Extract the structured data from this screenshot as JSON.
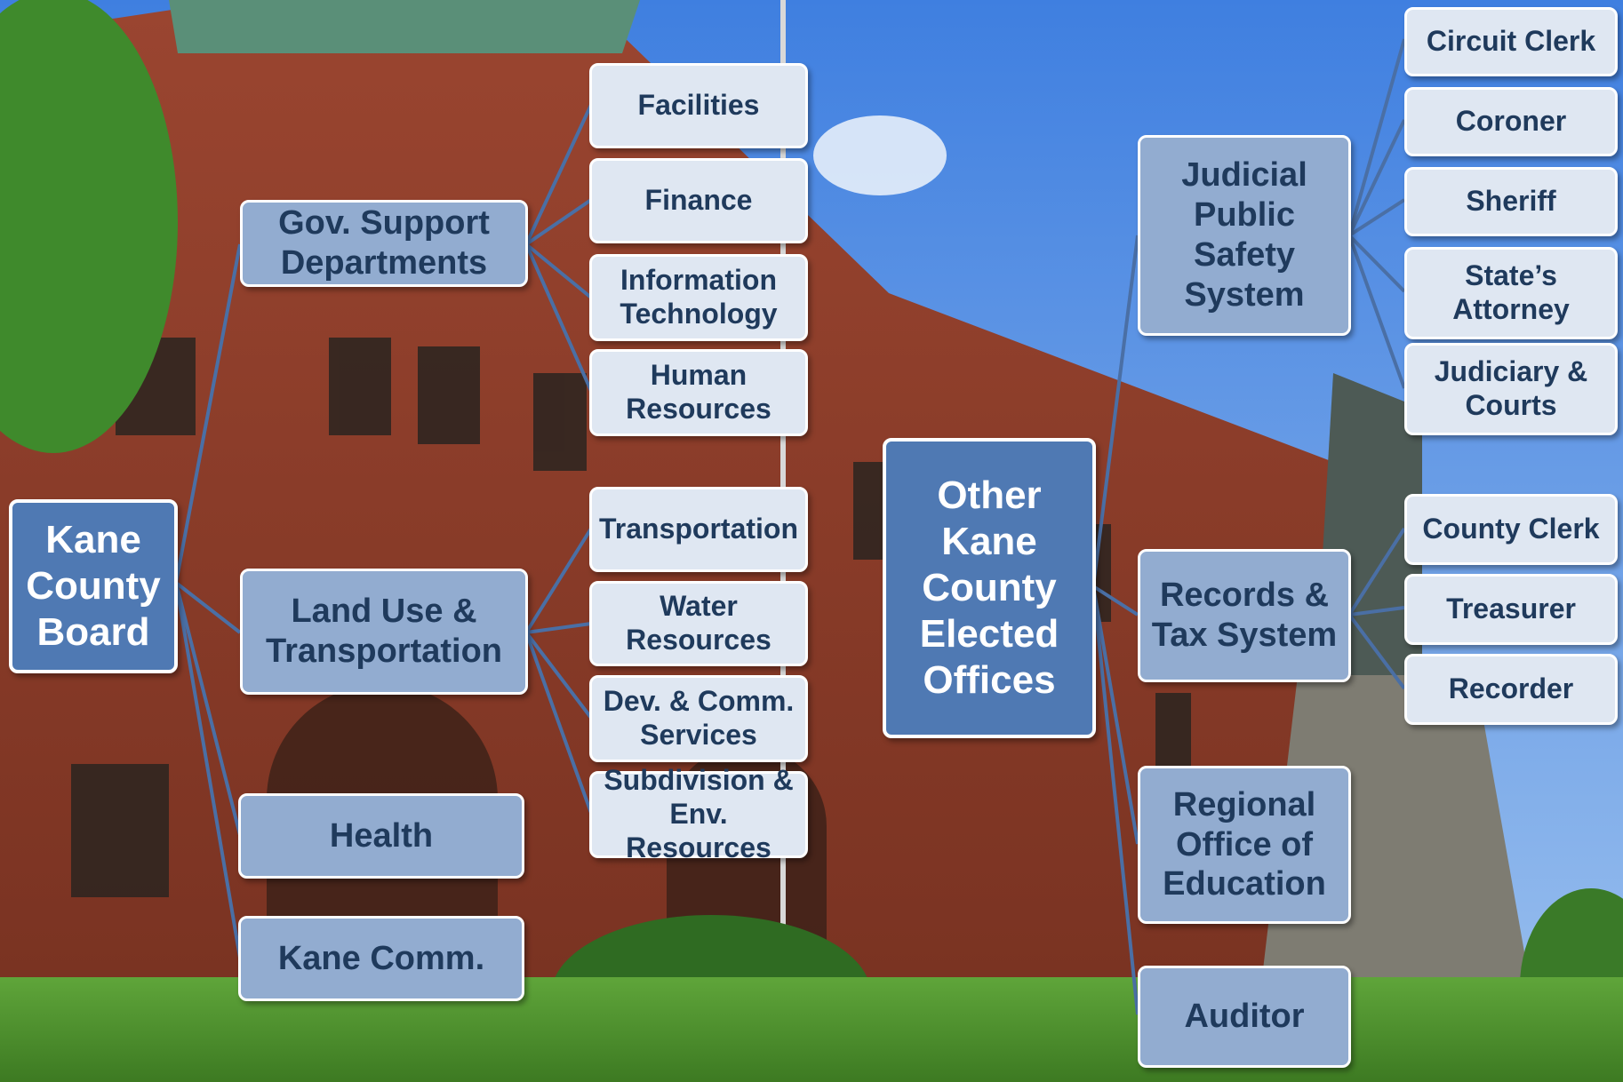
{
  "diagram": {
    "root": "Kane\nCounty\nBoard",
    "gov_support": {
      "label": "Gov. Support\nDepartments",
      "children": [
        "Facilities",
        "Finance",
        "Information\nTechnology",
        "Human\nResources"
      ]
    },
    "land_use": {
      "label": "Land Use &\nTransportation",
      "children": [
        "Transportation",
        "Water\nResources",
        "Dev. & Comm.\nServices",
        "Subdivision &\nEnv. Resources"
      ]
    },
    "health": "Health",
    "kane_comm": "Kane Comm.",
    "other_offices": {
      "label": "Other\nKane\nCounty\nElected\nOffices",
      "judicial": {
        "label": "Judicial\nPublic\nSafety\nSystem",
        "children": [
          "Circuit Clerk",
          "Coroner",
          "Sheriff",
          "State’s\nAttorney",
          "Judiciary &\nCourts"
        ]
      },
      "records": {
        "label": "Records &\nTax System",
        "children": [
          "County Clerk",
          "Treasurer",
          "Recorder"
        ]
      },
      "regional": "Regional\nOffice of\nEducation",
      "auditor": "Auditor"
    }
  },
  "colors": {
    "level1": "#4f79b3",
    "level2": "#92acd0",
    "level3": "#dfe7f2",
    "connector": "#4a6fa5",
    "text_dark": "#1f3a5c"
  }
}
